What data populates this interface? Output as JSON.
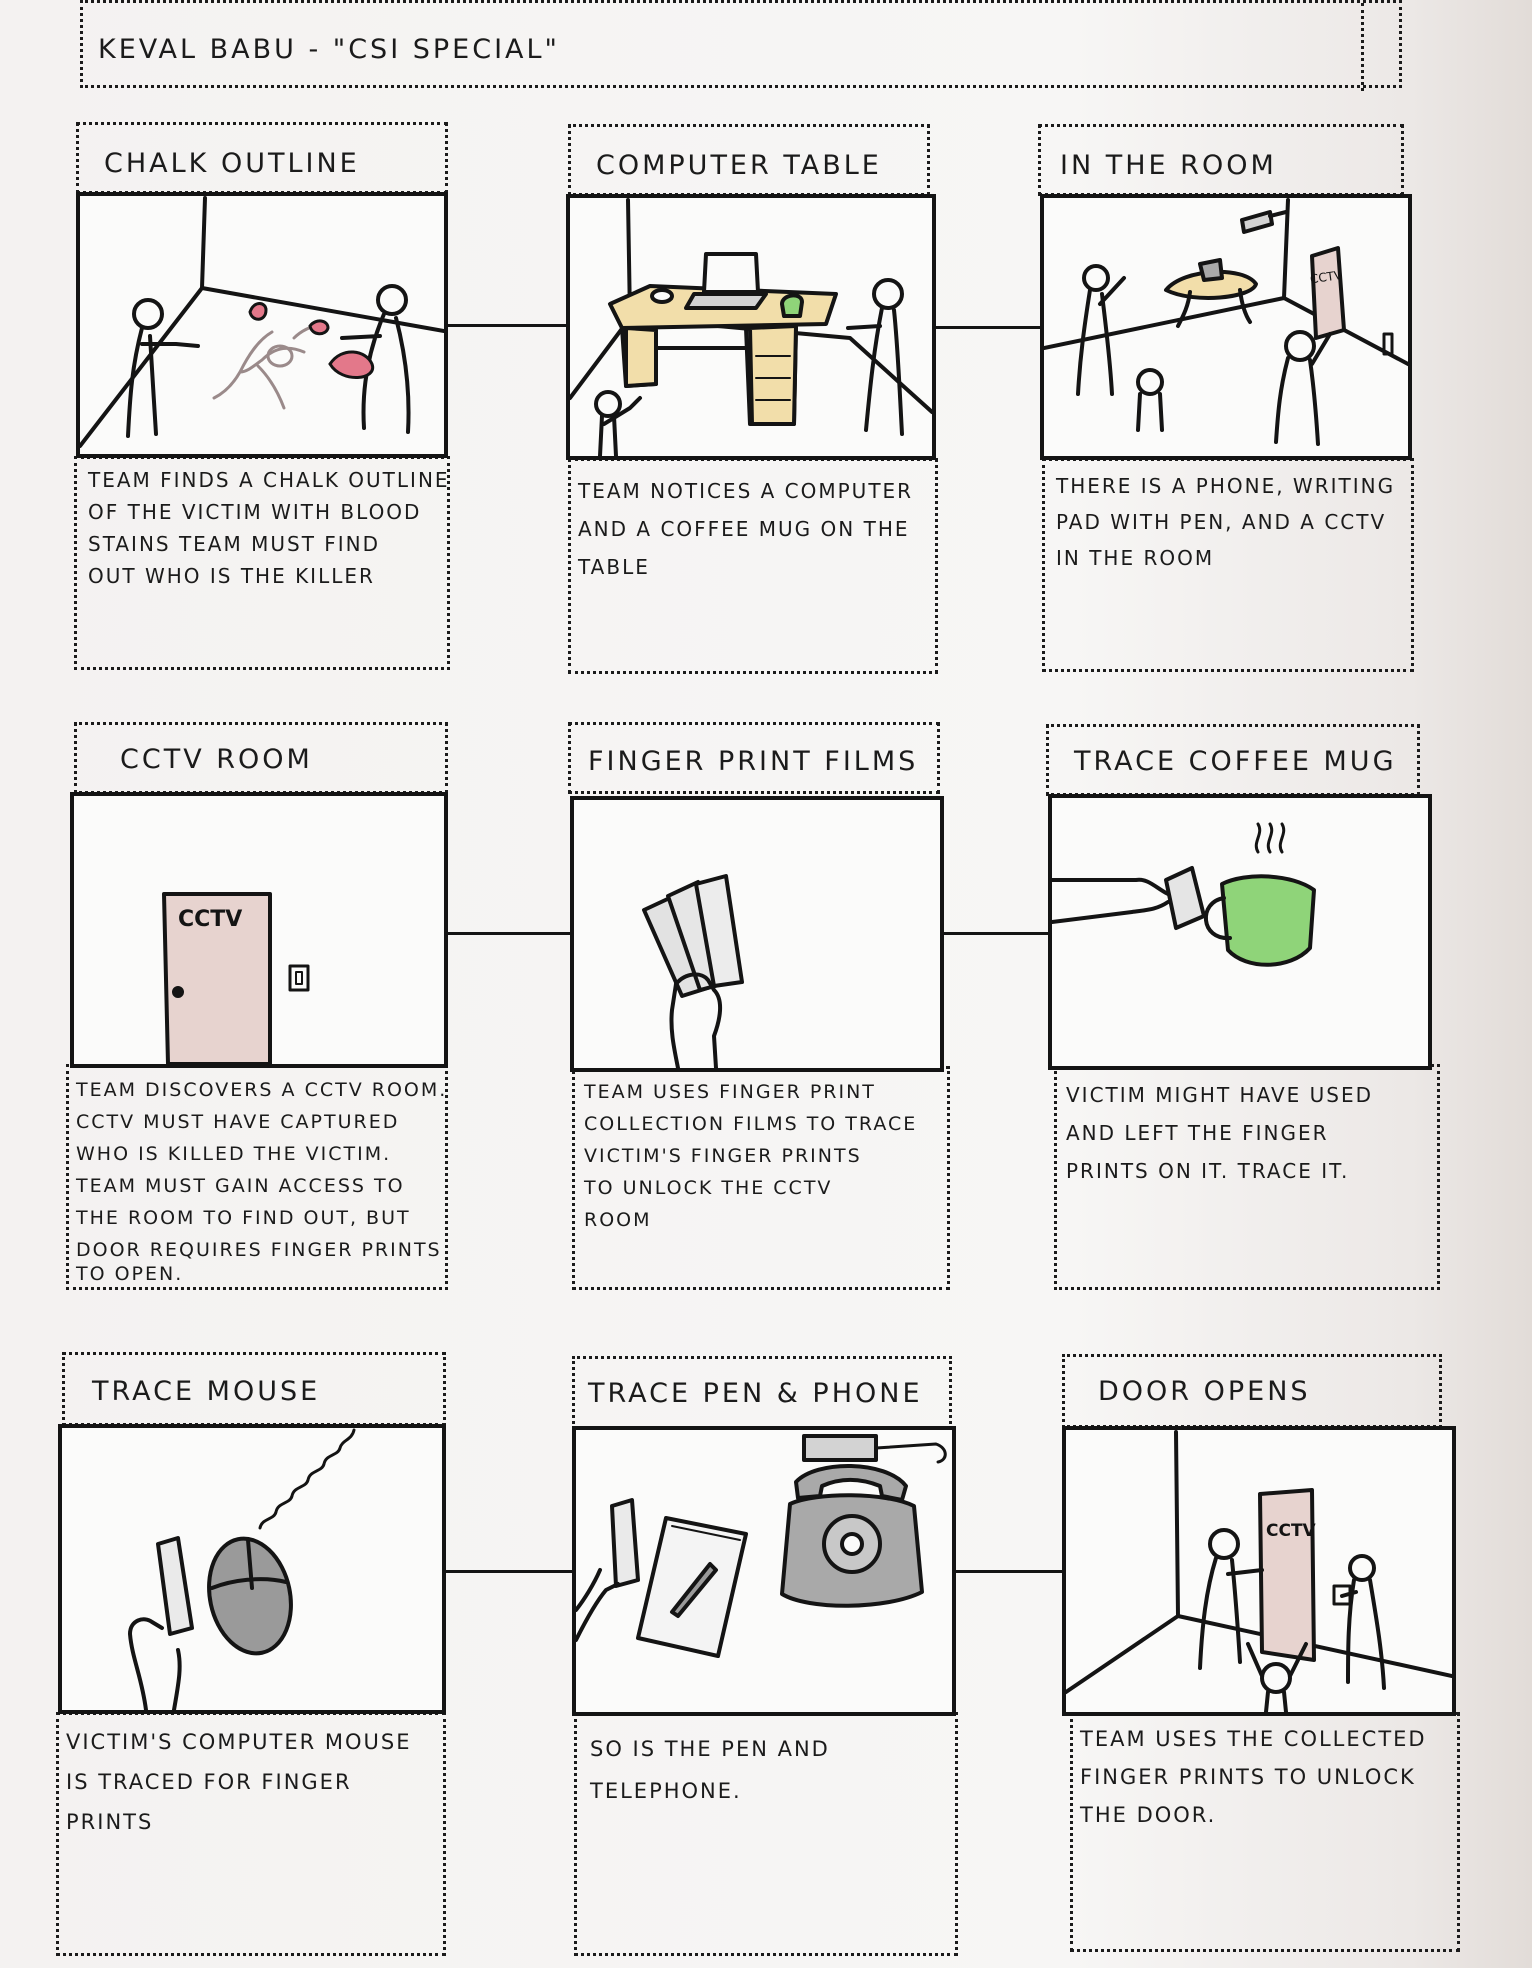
{
  "header": {
    "title": "KEVAL BABU - \"CSI SPECIAL\""
  },
  "panels": [
    {
      "title": "CHALK OUTLINE",
      "caption_lines": [
        "TEAM FINDS A CHALK OUTLINE",
        "OF THE VICTIM WITH BLOOD",
        "STAINS TEAM MUST FIND",
        "OUT WHO IS THE KILLER"
      ]
    },
    {
      "title": "COMPUTER TABLE",
      "caption_lines": [
        "TEAM NOTICES A COMPUTER",
        "AND A COFFEE MUG ON THE",
        "TABLE"
      ]
    },
    {
      "title": "IN THE ROOM",
      "caption_lines": [
        "THERE IS A PHONE, WRITING",
        "PAD WITH PEN, AND A CCTV",
        "IN THE ROOM"
      ]
    },
    {
      "title": "CCTV ROOM",
      "caption_lines": [
        "TEAM DISCOVERS A CCTV ROOM.",
        "CCTV MUST HAVE CAPTURED",
        "WHO IS KILLED THE VICTIM.",
        "TEAM MUST GAIN ACCESS TO",
        "THE ROOM TO FIND OUT, BUT",
        "DOOR REQUIRES FINGER PRINTS",
        "TO OPEN."
      ]
    },
    {
      "title": "FINGER PRINT FILMS",
      "caption_lines": [
        "TEAM USES FINGER PRINT",
        "COLLECTION FILMS TO TRACE",
        "VICTIM'S FINGER PRINTS",
        "TO UNLOCK THE CCTV",
        "ROOM"
      ]
    },
    {
      "title": "TRACE COFFEE MUG",
      "caption_lines": [
        "VICTIM MIGHT HAVE USED",
        "AND LEFT THE FINGER",
        "PRINTS ON IT. TRACE IT."
      ]
    },
    {
      "title": "TRACE MOUSE",
      "caption_lines": [
        "VICTIM'S COMPUTER MOUSE",
        "IS TRACED FOR FINGER",
        "PRINTS"
      ]
    },
    {
      "title": "TRACE PEN & PHONE",
      "caption_lines": [
        "SO IS THE PEN AND",
        "TELEPHONE."
      ]
    },
    {
      "title": "DOOR OPENS",
      "caption_lines": [
        "TEAM USES THE COLLECTED",
        "FINGER PRINTS TO UNLOCK",
        "THE DOOR."
      ]
    }
  ],
  "sketch_labels": {
    "cctv_sign": "CCTV"
  },
  "colors": {
    "ink": "#141414",
    "paper": "#f6f5f4",
    "blood": "#e3788a",
    "desk_wood": "#f2deaa",
    "mug_green": "#8fd479",
    "door_pink": "#e7d3cf",
    "phone_grey": "#a9a9a9"
  }
}
